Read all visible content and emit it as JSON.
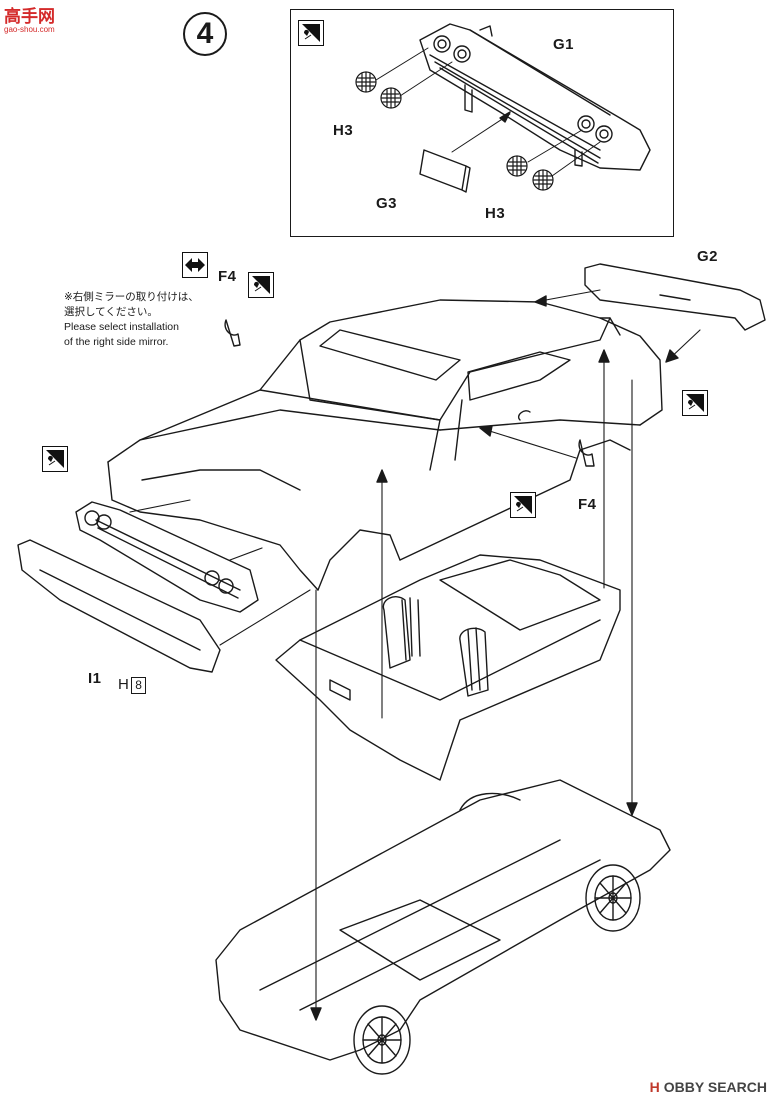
{
  "watermark": {
    "site": "高手网",
    "url": "gao-shou.com"
  },
  "step_number": "4",
  "note": {
    "jp_line1": "※右側ミラーの取り付けは、",
    "jp_line2": "選択してください。",
    "en_line1": "Please select installation",
    "en_line2": "of the right side mirror."
  },
  "parts": {
    "g1": "G1",
    "g2": "G2",
    "g3": "G3",
    "h3_top": "H3",
    "h3_bottom": "H3",
    "f4_top": "F4",
    "f4_side": "F4",
    "i1": "I1",
    "h": "H",
    "h_num": "8"
  },
  "brand": {
    "prefix": "H",
    "name": "OBBY SEARCH"
  },
  "icons": {
    "glue": "cement-glue-icon",
    "option": "left-right-option-icon"
  }
}
